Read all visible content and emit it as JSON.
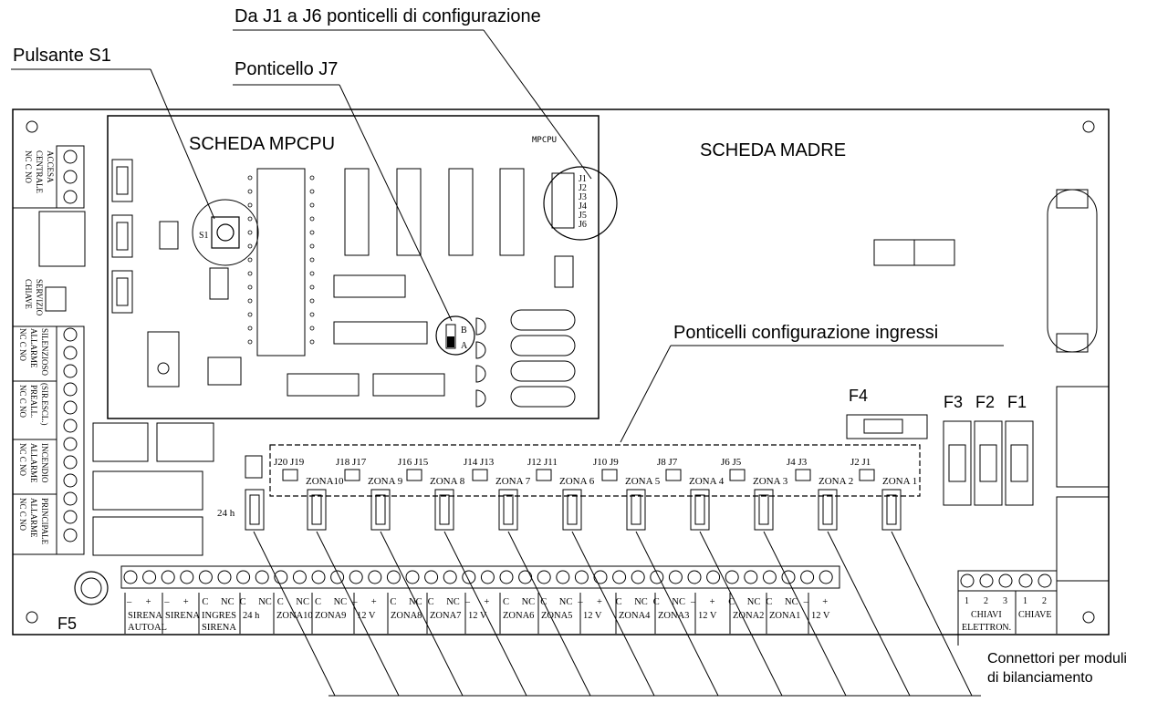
{
  "callouts": {
    "jumpers_j1_j6": "Da J1 a J6  ponticelli di configurazione",
    "button_s1": "Pulsante S1",
    "jumper_j7": "Ponticello J7",
    "input_jumpers": "Ponticelli configurazione ingressi",
    "balancing_connectors_line1": "Connettori per moduli",
    "balancing_connectors_line2": "di bilanciamento"
  },
  "boards": {
    "mpcpu_title": "SCHEDA MPCPU",
    "mpcpu_small": "MPCPU",
    "mother_title": "SCHEDA MADRE"
  },
  "mpcpu": {
    "s1_label": "S1",
    "j7_b": "B",
    "j7_a": "A",
    "jumper_labels": [
      "J1",
      "J2",
      "J3",
      "J4",
      "J5",
      "J6"
    ]
  },
  "fuses": {
    "f1": "F1",
    "f2": "F2",
    "f3": "F3",
    "f4": "F4",
    "f5": "F5"
  },
  "left_terminals": [
    {
      "top": "NC C NO",
      "mid": "CENTRALE",
      "bot": "ACCESA"
    },
    {
      "top": "CHIAVE",
      "mid": "SERVIZIO",
      "bot": ""
    },
    {
      "top": "NC C NO",
      "mid": "ALLARME",
      "bot": "SILENZIOSO"
    },
    {
      "top": "(SIR.ESCL.)",
      "mid": "",
      "bot": ""
    },
    {
      "top": "NC C NO",
      "mid": "PREALL.",
      "bot": ""
    },
    {
      "top": "NC C NO",
      "mid": "ALLARME",
      "bot": "INCENDIO"
    },
    {
      "top": "NC C NO",
      "mid": "ALLARME",
      "bot": "PRINCIPALE"
    }
  ],
  "zones": {
    "jumper_pairs": [
      "J20 J19",
      "J18 J17",
      "J16 J15",
      "J14 J13",
      "J12 J11",
      "J10 J9",
      "J8 J7",
      "J6 J5",
      "J4 J3",
      "J2 J1"
    ],
    "zone_labels": [
      "ZONA10",
      "ZONA 9",
      "ZONA 8",
      "ZONA 7",
      "ZONA 6",
      "ZONA 5",
      "ZONA 4",
      "ZONA 3",
      "ZONA 2",
      "ZONA 1"
    ],
    "h24": "24 h"
  },
  "bottom_terminals": {
    "top_row": [
      "–",
      "+",
      "–",
      "+",
      "C",
      "NC",
      "C",
      "NC",
      "C",
      "NC",
      "C",
      "NC",
      "–",
      "+",
      "C",
      "NC",
      "C",
      "NC",
      "–",
      "+",
      "C",
      "NC",
      "C",
      "NC",
      "–",
      "+",
      "C",
      "NC",
      "C",
      "NC",
      "–",
      "+",
      "C",
      "NC",
      "C",
      "NC",
      "–",
      "+"
    ],
    "groups": [
      "SIRENA AUTOAL",
      "SIRENA",
      "INGRES SIRENA",
      "24 h",
      "ZONA10",
      "ZONA9",
      "12 V",
      "ZONA8",
      "ZONA7",
      "12 V",
      "ZONA6",
      "ZONA5",
      "12 V",
      "ZONA4",
      "ZONA3",
      "12 V",
      "ZONA2",
      "ZONA1",
      "12 V"
    ]
  },
  "right_terminals": {
    "numbers": [
      "1",
      "2",
      "3",
      "1",
      "2"
    ],
    "chiavi": "CHIAVI",
    "elettron": "ELETTRON.",
    "chiave": "CHIAVE"
  }
}
